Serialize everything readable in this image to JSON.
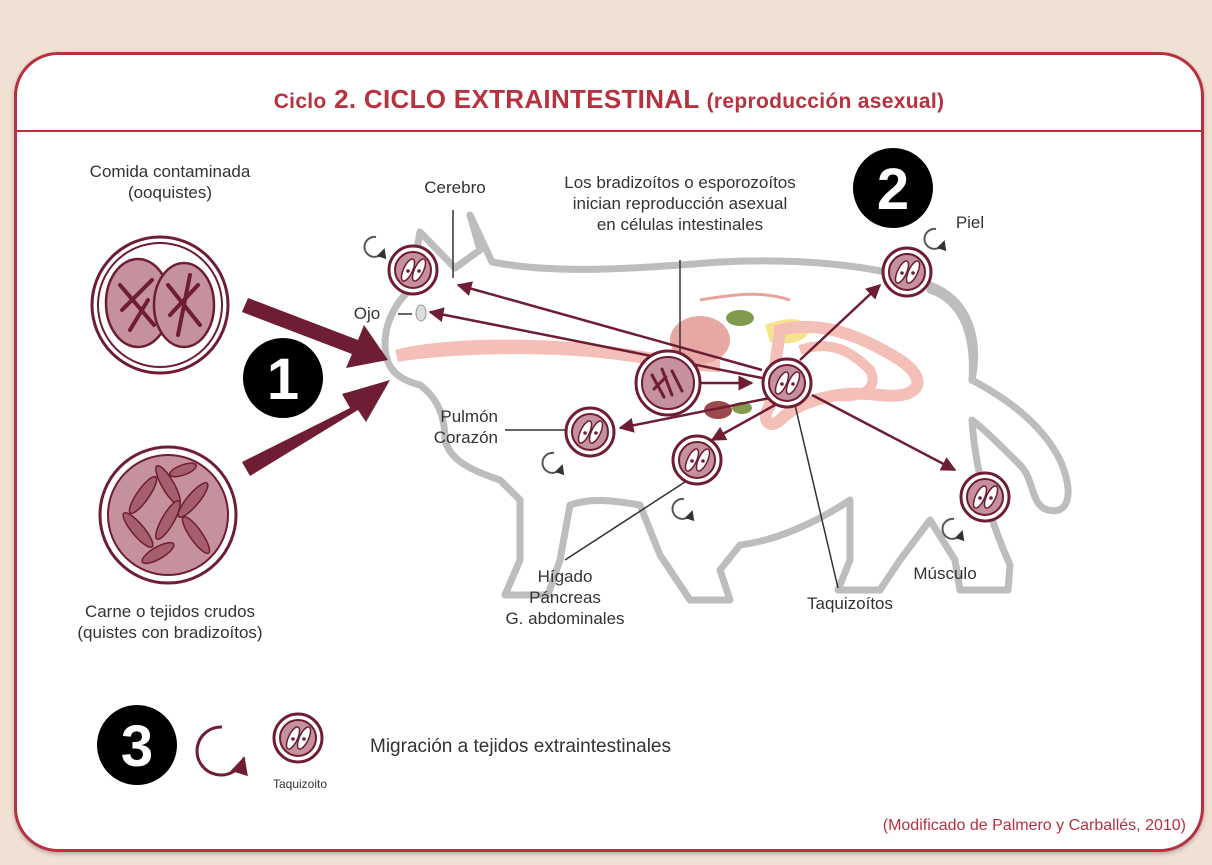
{
  "title": {
    "prefix": "Ciclo",
    "main": "2. CICLO EXTRAINTESTINAL",
    "suffix": "(reproducción asexual)"
  },
  "sources": {
    "food": "Comida contaminada\n(ooquistes)",
    "meat": "Carne o tejidos crudos\n(quistes con bradizoítos)"
  },
  "labels": {
    "cerebro": "Cerebro",
    "intestinal": "Los bradizoítos o esporozoítos\ninician reproducción asexual\nen células intestinales",
    "piel": "Piel",
    "ojo": "Ojo",
    "pulmon": "Pulmón\nCorazón",
    "higado": "Hígado\nPáncreas\nG. abdominales",
    "taquizoitos": "Taquizoítos",
    "musculo": "Músculo"
  },
  "steps": [
    "1",
    "2",
    "3"
  ],
  "legend": {
    "icon_label": "Taquizoito",
    "text": "Migración a tejidos extraintestinales"
  },
  "credit": "(Modificado de Palmero y Carballés, 2010)",
  "colors": {
    "accent": "#b8313f",
    "arrow": "#6e1d33",
    "cell_fill": "#c4919c",
    "cell_stroke": "#6e1d33",
    "cat_outline": "#bdbdbd"
  }
}
